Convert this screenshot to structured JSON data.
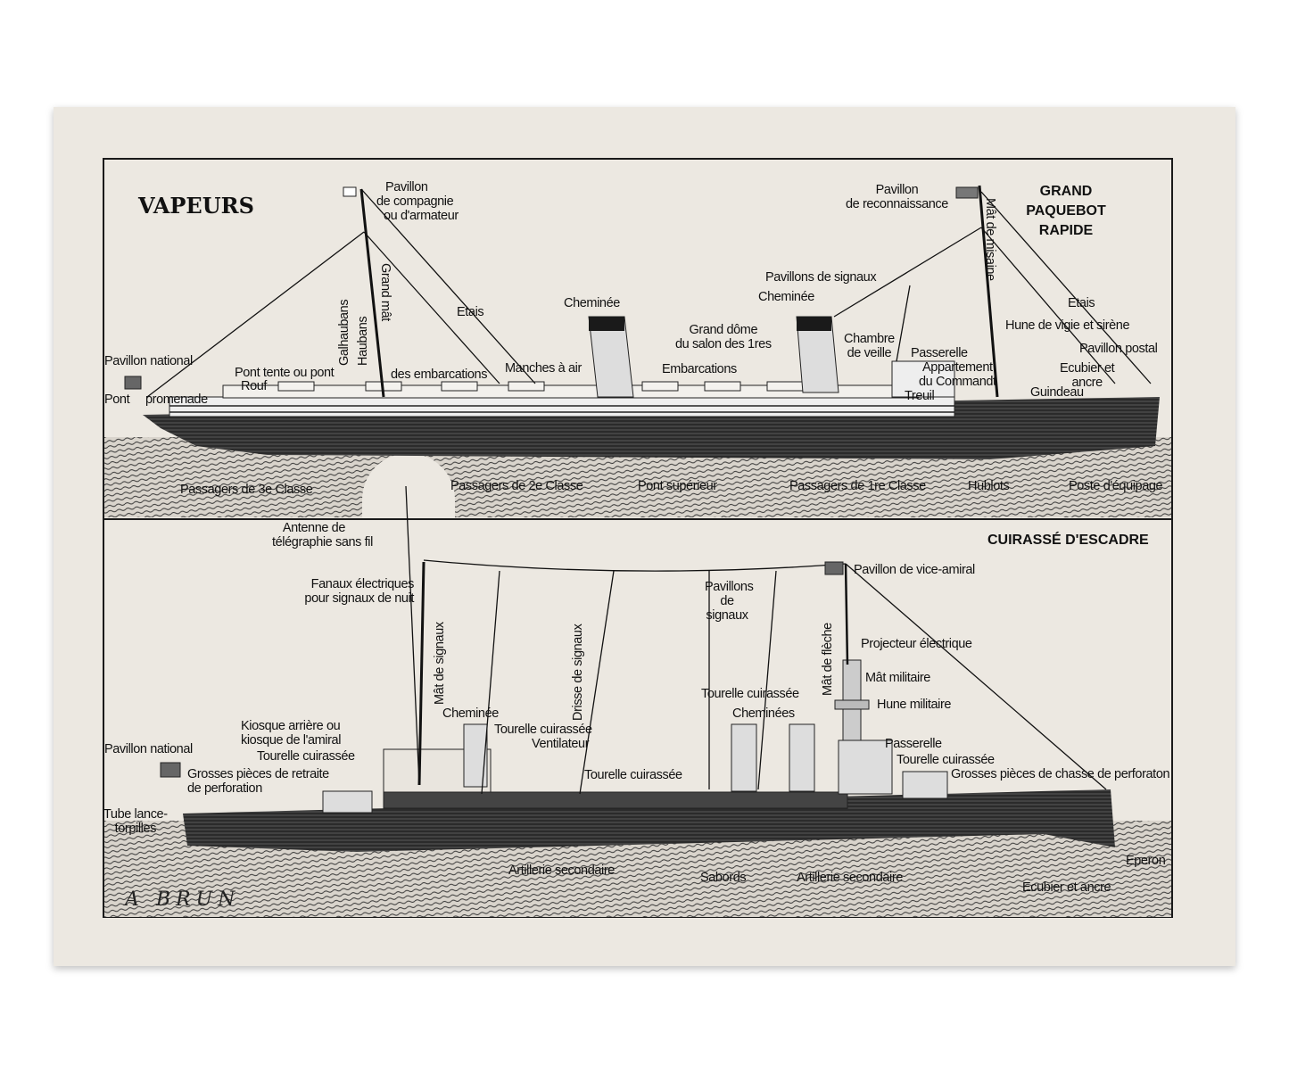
{
  "top": {
    "title": "VAPEURS",
    "ship_title_1": "GRAND PAQUEBOT",
    "ship_title_2": "RAPIDE",
    "labels": {
      "pavillon_compagnie_1": "Pavillon",
      "pavillon_compagnie_2": "de compagnie",
      "pavillon_compagnie_3": "ou d'armateur",
      "pavillon_reconnaissance_1": "Pavillon",
      "pavillon_reconnaissance_2": "de reconnaissance",
      "galhaubans": "Galhaubans",
      "haubans": "Haubans",
      "grand_mat": "Grand mât",
      "etais_1": "Etais",
      "cheminee_1": "Cheminée",
      "pavillons_signaux": "Pavillons de signaux",
      "cheminee_2": "Cheminée",
      "mat_misaine": "Mât de misaine",
      "etais_2": "Etais",
      "hune_vigie": "Hune de vigie et sirène",
      "pavillon_postal": "Pavillon postal",
      "grand_dome_1": "Grand dôme",
      "grand_dome_2": "du salon des 1res",
      "chambre_veille_1": "Chambre",
      "chambre_veille_2": "de veille",
      "passerelle": "Passerelle",
      "appartement_1": "Appartement",
      "appartement_2": "du Commandt",
      "ecubier_1": "Ecubier et",
      "ecubier_2": "ancre",
      "guindeau": "Guindeau",
      "treuil": "Treuil",
      "embarcations": "Embarcations",
      "manches_air": "Manches à air",
      "pavillon_national": "Pavillon national",
      "pont_tente": "Pont tente ou pont",
      "des_embarcations": "des embarcations",
      "rouf": "Rouf",
      "pont": "Pont",
      "promenade": "promenade",
      "passagers_3": "Passagers de 3e Classe",
      "passagers_2": "Passagers de 2e Classe",
      "pont_superieur": "Pont supérieur",
      "passagers_1": "Passagers de 1re Classe",
      "hublots": "Hublots",
      "poste_equipage": "Poste d'équipage"
    }
  },
  "bottom": {
    "ship_title": "CUIRASSÉ D'ESCADRE",
    "labels": {
      "antenne_1": "Antenne de",
      "antenne_2": "télégraphie sans fil",
      "pavillon_vice_amiral": "Pavillon de vice-amiral",
      "fanaux_1": "Fanaux électriques",
      "fanaux_2": "pour signaux de nuit",
      "pavillons_signaux_1": "Pavillons",
      "pavillons_signaux_2": "de",
      "pavillons_signaux_3": "signaux",
      "mat_signaux": "Mât de signaux",
      "drisse_signaux": "Drisse de signaux",
      "mat_fleche": "Mât de flèche",
      "projecteur": "Projecteur électrique",
      "mat_militaire": "Mât militaire",
      "hune_militaire": "Hune militaire",
      "tourelle_1": "Tourelle cuirassée",
      "cheminees": "Cheminées",
      "cheminee": "Cheminée",
      "tourelle_2": "Tourelle cuirassée",
      "ventilateur": "Ventilateur",
      "kiosque_1": "Kiosque arrière ou",
      "kiosque_2": "kiosque de l'amiral",
      "tourelle_3": "Tourelle cuirassée",
      "pavillon_national": "Pavillon national",
      "grosses_retraite_1": "Grosses pièces de retraite",
      "grosses_retraite_2": "de perforation",
      "tourelle_4": "Tourelle cuirassée",
      "passerelle": "Passerelle",
      "tourelle_5": "Tourelle cuirassée",
      "grosses_chasse": "Grosses pièces de chasse de perforaton",
      "tube_1": "Tube lance-",
      "tube_2": "torpilles",
      "artillerie_1": "Artillerie secondaire",
      "sabords": "Sabords",
      "artillerie_2": "Artillerie secondaire",
      "eperon": "Eperon",
      "ecubier": "Ecubier et ancre"
    }
  },
  "signature": "A BRUN"
}
